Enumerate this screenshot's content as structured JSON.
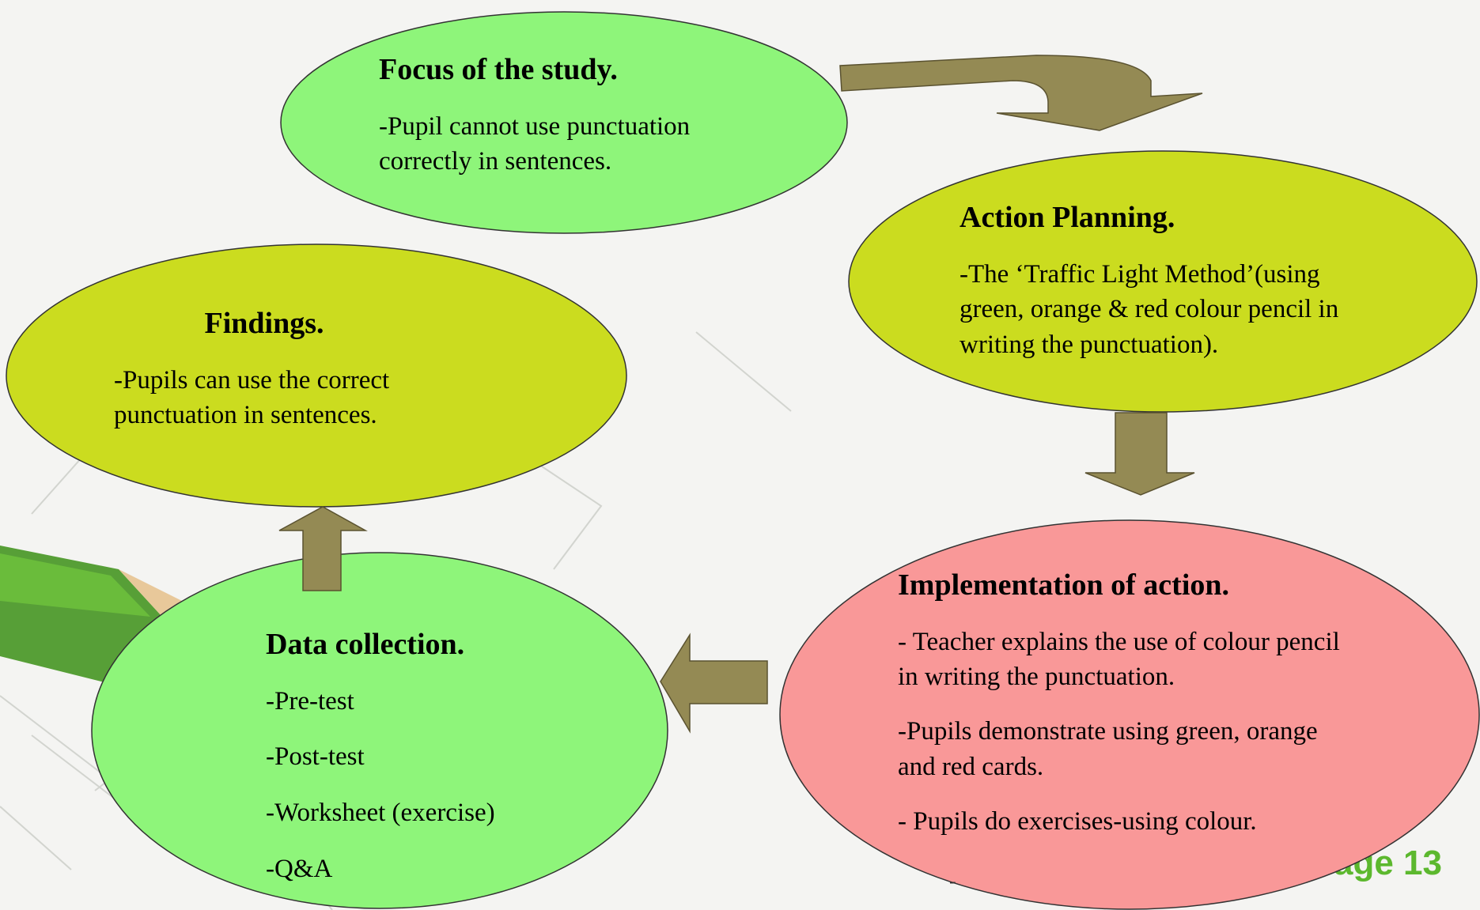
{
  "nodes": {
    "focus": {
      "title": "Focus of the study.",
      "text": "-Pupil cannot use punctuation correctly in sentences."
    },
    "action_planning": {
      "title": "Action Planning.",
      "text": "-The ‘Traffic Light Method’(using green, orange & red  colour pencil in writing the punctuation)."
    },
    "implementation": {
      "title": "Implementation of action.",
      "items": [
        "- Teacher explains the use of colour pencil in writing the punctuation.",
        "-Pupils demonstrate using green, orange and red cards.",
        "- Pupils do exercises-using colour."
      ]
    },
    "data_collection": {
      "title": "Data collection.",
      "items": [
        "-Pre-test",
        "-Post-test",
        "-Worksheet  (exercise)",
        "-Q&A"
      ]
    },
    "findings": {
      "title": "Findings.",
      "text": "-Pupils can use the correct punctuation in sentences."
    }
  },
  "page_label": "Page 13",
  "dash_mark": "-",
  "colors": {
    "ellipse_green": "#8ef57a",
    "ellipse_yellow": "#cbdc1f",
    "ellipse_pink": "#f99898",
    "arrow": "#948a54",
    "page_label": "#5cb82e"
  }
}
